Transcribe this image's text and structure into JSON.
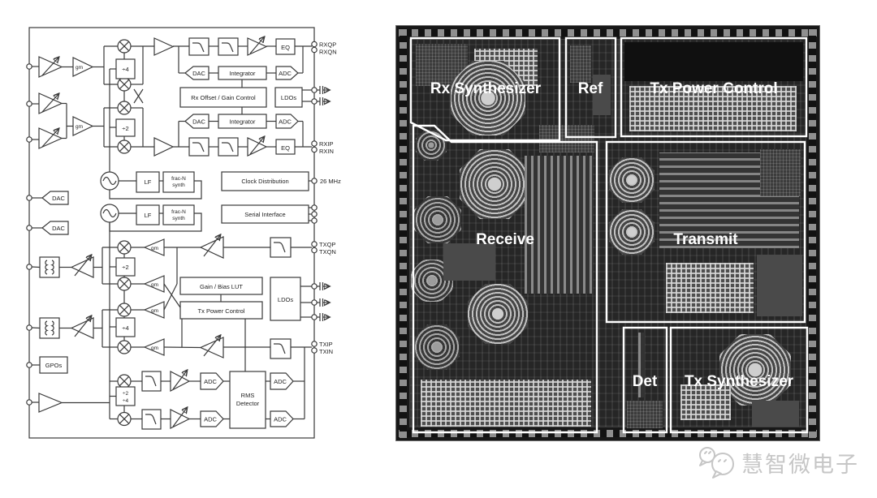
{
  "left_diagram": {
    "labels": {
      "gm": "gm",
      "div4": "÷4",
      "div2": "÷2",
      "div24_line1": "÷2",
      "div24_line2": "÷4",
      "dac": "DAC",
      "adc": "ADC",
      "eq": "EQ",
      "integrator": "Integrator",
      "rx_offset_gain": "Rx Offset / Gain Control",
      "ldos": "LDOs",
      "lf": "LF",
      "fracn_line1": "frac-N",
      "fracn_line2": "synth",
      "clock_distribution": "Clock Distribution",
      "serial_interface": "Serial Interface",
      "gain_bias_lut": "Gain / Bias LUT",
      "tx_power_control": "Tx Power Control",
      "gpos": "GPOs",
      "rms_line1": "RMS",
      "rms_line2": "Detector"
    },
    "ports": {
      "rxqp": "RXQP",
      "rxqn": "RXQN",
      "rxip": "RXIP",
      "rxin": "RXIN",
      "clk": "26 MHz",
      "txqp": "TXQP",
      "txqn": "TXQN",
      "txip": "TXIP",
      "txin": "TXIN"
    }
  },
  "die_photo": {
    "regions": [
      {
        "id": "rx_synth",
        "label": "Rx Synthesizer"
      },
      {
        "id": "ref",
        "label": "Ref"
      },
      {
        "id": "tx_power_control",
        "label": "Tx Power Control"
      },
      {
        "id": "receive",
        "label": "Receive"
      },
      {
        "id": "transmit",
        "label": "Transmit"
      },
      {
        "id": "det",
        "label": "Det"
      },
      {
        "id": "tx_synth",
        "label": "Tx Synthesizer"
      }
    ]
  },
  "watermark": {
    "text": "慧智微电子"
  },
  "colors": {
    "region_outline": "#ffffff",
    "diagram_stroke": "#3a3a3a",
    "watermark": "#c6c6c6"
  }
}
